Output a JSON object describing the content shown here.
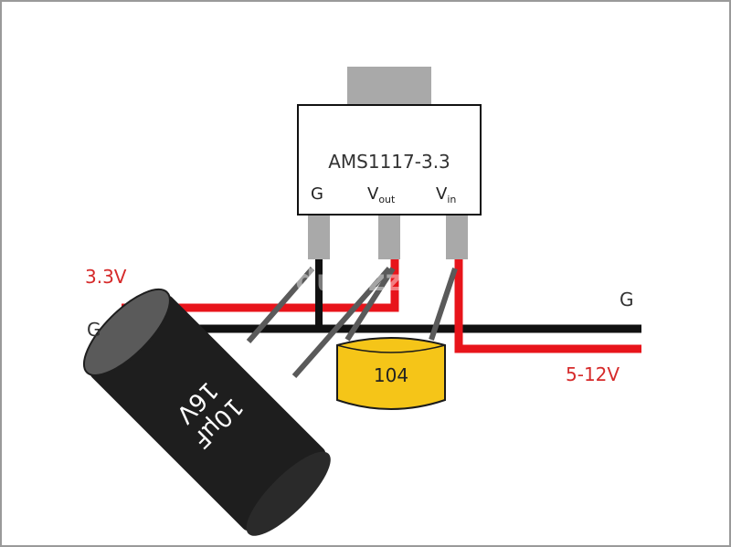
{
  "regulator": {
    "part_number": "AMS1117-3.3",
    "pins": [
      {
        "name": "G",
        "sub": ""
      },
      {
        "name": "V",
        "sub": "out"
      },
      {
        "name": "V",
        "sub": "in"
      }
    ]
  },
  "rails": {
    "output_voltage": "3.3V",
    "ground_left": "G",
    "ground_right": "G",
    "input_voltage": "5-12V"
  },
  "ceramic_capacitor": {
    "marking": "104"
  },
  "electrolytic_capacitor": {
    "capacitance": "10µF",
    "voltage": "16V"
  },
  "watermark": "dubizzle",
  "colors": {
    "positive_wire": "#e8141b",
    "ground_wire": "#111111",
    "label_red": "#d62a2a",
    "label_dark": "#333333",
    "ceramic_cap": "#f5c518",
    "electrolytic_body": "#1e1e1e",
    "regulator_tab": "#a9a9a9",
    "pin": "#a9a9a9"
  }
}
